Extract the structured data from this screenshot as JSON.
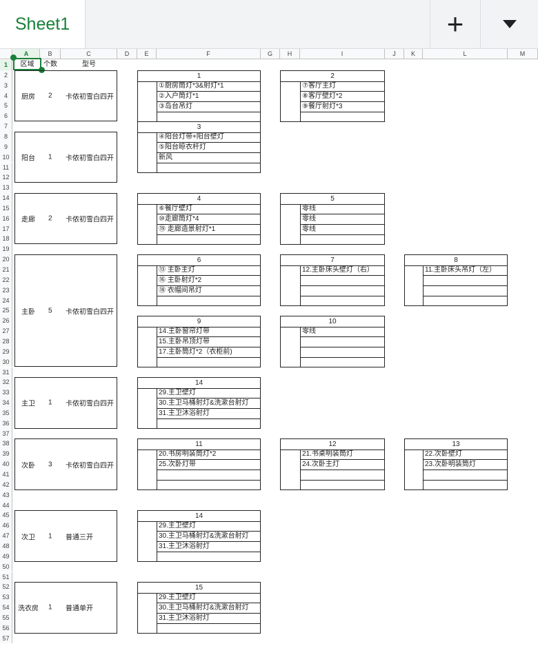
{
  "app": {
    "sheet_tab": "Sheet1",
    "add_label": "+",
    "menu_icon": "caret-down-icon",
    "accent": "#188038"
  },
  "columns": [
    "A",
    "B",
    "C",
    "D",
    "E",
    "F",
    "G",
    "H",
    "I",
    "J",
    "K",
    "L",
    "M"
  ],
  "rows": [
    "1",
    "2",
    "3",
    "4",
    "5",
    "6",
    "7",
    "8",
    "9",
    "10",
    "11",
    "12",
    "13",
    "14",
    "15",
    "16",
    "17",
    "18",
    "19",
    "20",
    "21",
    "22",
    "23",
    "24",
    "25",
    "26",
    "27",
    "28",
    "29",
    "30",
    "31",
    "32",
    "33",
    "34",
    "35",
    "36",
    "37",
    "38",
    "39",
    "40",
    "41",
    "42",
    "43",
    "44",
    "45",
    "46",
    "47",
    "48",
    "49",
    "50",
    "51",
    "52",
    "53",
    "54",
    "55",
    "56",
    "57"
  ],
  "selected_cell": "A1",
  "header_row": {
    "a": "区域",
    "b": "个数",
    "c": "型号"
  },
  "regions": [
    {
      "name": "厨房",
      "count": "2",
      "model": "卡侬初雪白四开"
    },
    {
      "name": "阳台",
      "count": "1",
      "model": "卡侬初雪白四开"
    },
    {
      "name": "走廊",
      "count": "2",
      "model": "卡侬初雪白四开"
    },
    {
      "name": "主卧",
      "count": "5",
      "model": "卡侬初雪白四开"
    },
    {
      "name": "主卫",
      "count": "1",
      "model": "卡侬初雪白四开"
    },
    {
      "name": "次卧",
      "count": "3",
      "model": "卡侬初雪白四开"
    },
    {
      "name": "次卫",
      "count": "1",
      "model": "普通三开"
    },
    {
      "name": "洗衣房",
      "count": "1",
      "model": "普通单开"
    }
  ],
  "boxes": [
    {
      "num": "1",
      "lines": [
        "①厨房筒灯*3&射灯*1",
        "②入户筒灯*1",
        "③岛台吊灯",
        ""
      ]
    },
    {
      "num": "2",
      "lines": [
        "⑦客厅主灯",
        "⑧客厅壁灯*2",
        "⑨餐厅射灯*3",
        ""
      ]
    },
    {
      "num": "3",
      "lines": [
        "④阳台灯带+阳台壁灯",
        "⑤阳台晾衣杆灯",
        "新风",
        ""
      ]
    },
    {
      "num": "4",
      "lines": [
        "⑥餐厅壁灯",
        "⑩走廊筒灯*4",
        "⑲ 走廊造景射灯*1",
        ""
      ]
    },
    {
      "num": "5",
      "lines": [
        "零线",
        "零线",
        "零线",
        ""
      ]
    },
    {
      "num": "6",
      "lines": [
        "⑬ 主卧主灯",
        "⑯ 主卧射灯*2",
        "⑱ 衣帽间吊灯",
        ""
      ]
    },
    {
      "num": "7",
      "lines": [
        "12.主卧床头壁灯（右）",
        "",
        "",
        ""
      ]
    },
    {
      "num": "8",
      "lines": [
        "11.主卧床头吊灯（左）",
        "",
        "",
        ""
      ]
    },
    {
      "num": "9",
      "lines": [
        "14.主卧窗帘灯带",
        "15.主卧吊顶灯带",
        "17.主卧筒灯*2（衣柜前)",
        ""
      ]
    },
    {
      "num": "10",
      "lines": [
        "零线",
        "",
        "",
        ""
      ]
    },
    {
      "num": "14",
      "lines": [
        "29.主卫壁灯",
        "30.主卫马桶射灯&洗漱台射灯",
        "31.主卫沐浴射灯",
        ""
      ]
    },
    {
      "num": "11",
      "lines": [
        "20.书房明装筒灯*2",
        "25.次卧灯带",
        "",
        ""
      ]
    },
    {
      "num": "12",
      "lines": [
        "21.书桌明装筒灯",
        "24.次卧主灯",
        "",
        ""
      ]
    },
    {
      "num": "13",
      "lines": [
        "22.次卧壁灯",
        "23.次卧明装筒灯",
        "",
        ""
      ]
    },
    {
      "num": "14",
      "lines": [
        "29.主卫壁灯",
        "30.主卫马桶射灯&洗漱台射灯",
        "31.主卫沐浴射灯",
        ""
      ]
    },
    {
      "num": "15",
      "lines": [
        "29.主卫壁灯",
        "30.主卫马桶射灯&洗漱台射灯",
        "31.主卫沐浴射灯",
        ""
      ]
    }
  ]
}
